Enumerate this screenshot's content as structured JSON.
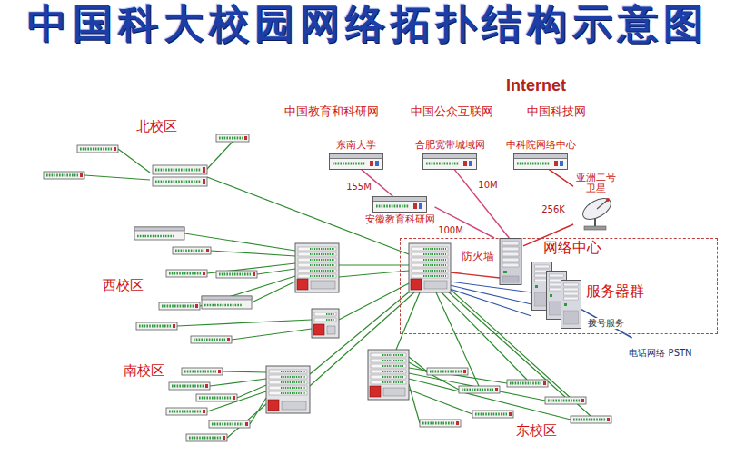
{
  "diagram": {
    "title": "中国科大校园网络拓扑结构示意图",
    "nodes": [
      {
        "text": [
          "Internet",
          "中国教育和科研网",
          "中国公众互联网",
          "中国科技网"
        ]
      },
      {
        "text": [
          "东南大学"
        ],
        "in": 0
      },
      {
        "text": [
          "合肥宽带城域网"
        ],
        "in": 0
      },
      {
        "text": [
          "中科院网络中心"
        ],
        "in": 0
      },
      {
        "text": [
          "亚洲二号 卫星"
        ]
      },
      {
        "text": [
          "安徽教育科研网"
        ]
      },
      {
        "text": [
          "北校区"
        ]
      },
      {
        "text": [
          "西校区"
        ]
      },
      {
        "text": [
          "南校区"
        ]
      },
      {
        "text": [
          "东校区"
        ]
      },
      {
        "text": [
          "网络中心"
        ]
      },
      {
        "text": [
          "防火墙"
        ],
        "in": 10
      },
      {
        "text": [
          "服务器群"
        ],
        "in": 10
      },
      {
        "text": [
          "电话网络 PSTN"
        ]
      }
    ],
    "edges": [
      {
        "from": 1,
        "to": 5,
        "label": "155M",
        "arrow": "none"
      },
      {
        "from": 2,
        "to": 11,
        "label": "10M",
        "arrow": "none"
      },
      {
        "from": 3,
        "to": 4,
        "arrow": "none"
      },
      {
        "from": 4,
        "to": 11,
        "label": "256K",
        "arrow": "none"
      },
      {
        "from": 5,
        "to": 11,
        "label": "100M",
        "arrow": "none"
      },
      {
        "from": 12,
        "to": 13,
        "label": "拨号服务",
        "arrow": "none"
      }
    ]
  }
}
